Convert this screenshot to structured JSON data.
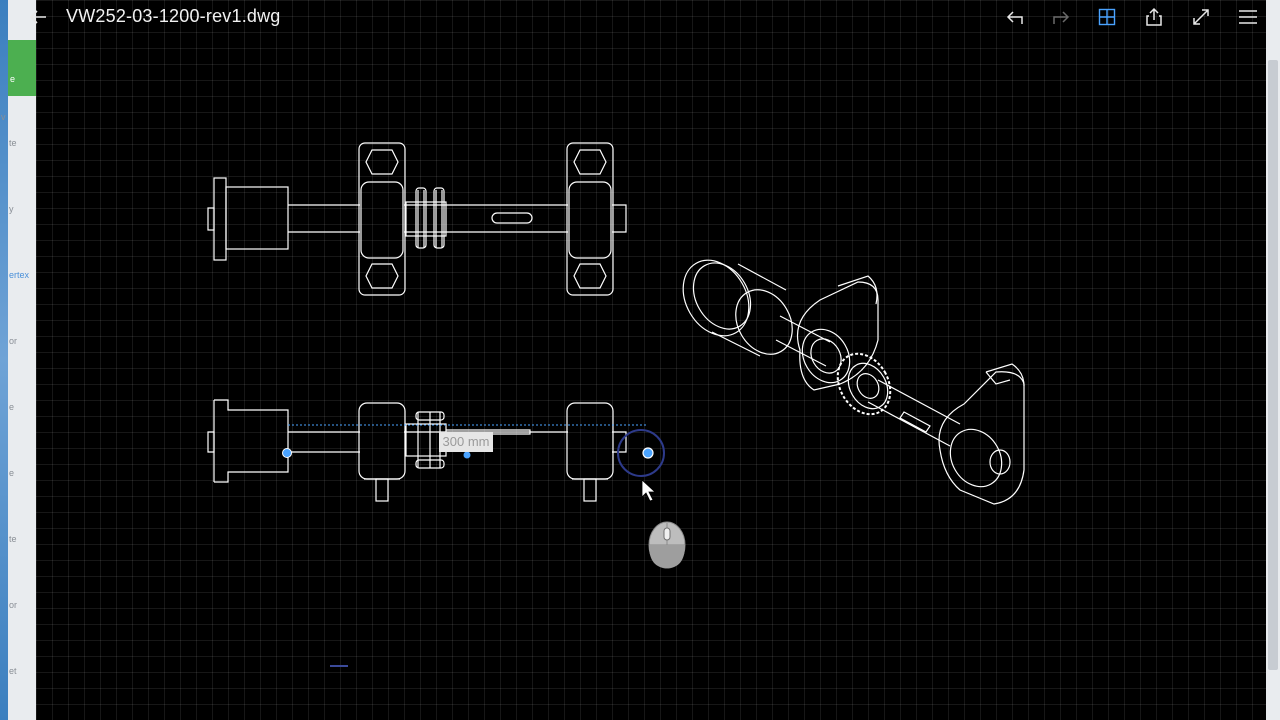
{
  "app": {
    "file_title": "VW252-03-1200-rev1.dwg"
  },
  "toolbar": {
    "icons": [
      "back-arrow-icon",
      "undo-icon",
      "redo-icon",
      "layers-grid-icon",
      "share-icon",
      "fullscreen-icon",
      "menu-icon"
    ]
  },
  "left_panel_fragments": [
    "e",
    "v",
    "te",
    "y",
    "ertex",
    "or",
    "e",
    "e",
    "te",
    "or",
    "et"
  ],
  "drawing": {
    "dimension_value": "300 mm",
    "accent_color": "#4aa3ff",
    "line_color": "#ffffff",
    "background_color": "#000000"
  }
}
